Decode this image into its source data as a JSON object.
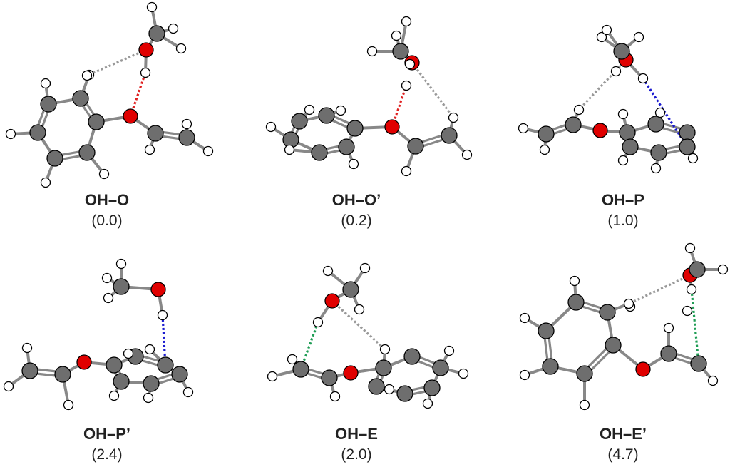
{
  "conformers": [
    {
      "name": "OH–O",
      "energy": "(0.0)",
      "contact": "red"
    },
    {
      "name": "OH–O’",
      "energy": "(0.2)",
      "contact": "red"
    },
    {
      "name": "OH–P",
      "energy": "(1.0)",
      "contact": "blue"
    },
    {
      "name": "OH–P’",
      "energy": "(2.4)",
      "contact": "blue"
    },
    {
      "name": "OH–E",
      "energy": "(2.0)",
      "contact": "green"
    },
    {
      "name": "OH–E’",
      "energy": "(4.7)",
      "contact": "green"
    }
  ],
  "colors": {
    "carbon": "#6e6e6e",
    "oxygen": "#e00000",
    "hydrogen": "#ffffff",
    "bond": "#888888",
    "contact_red": "#e02020",
    "contact_blue": "#1a1ad0",
    "contact_green": "#1f9d55",
    "contact_gray": "#999999"
  }
}
